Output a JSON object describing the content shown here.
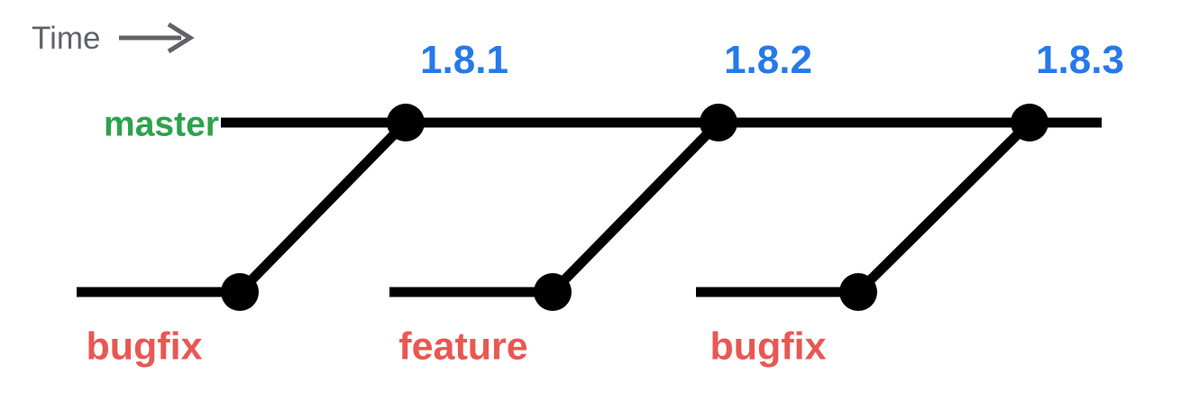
{
  "time_axis": {
    "label": "Time"
  },
  "master_branch": {
    "label": "master",
    "tags": [
      {
        "label": "1.8.1"
      },
      {
        "label": "1.8.2"
      },
      {
        "label": "1.8.3"
      }
    ]
  },
  "branches": [
    {
      "label": "bugfix"
    },
    {
      "label": "feature"
    },
    {
      "label": "bugfix"
    }
  ],
  "colors": {
    "graph_line": "#000000",
    "master_label": "#2ca24c",
    "branch_label": "#ea5753",
    "tag_label": "#2679e9",
    "time_label": "#5f6368"
  }
}
